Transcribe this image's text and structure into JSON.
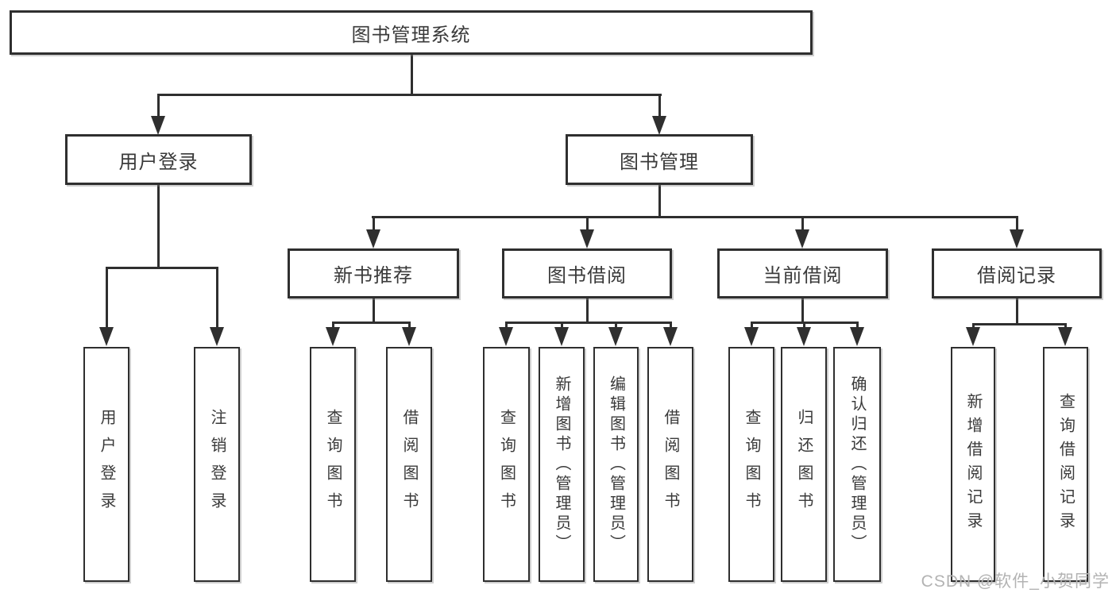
{
  "diagram": {
    "root": {
      "label": "图书管理系统"
    },
    "level2": [
      {
        "label": "用户登录"
      },
      {
        "label": "图书管理"
      }
    ],
    "level3": [
      {
        "label": "新书推荐",
        "parent": "图书管理"
      },
      {
        "label": "图书借阅",
        "parent": "图书管理"
      },
      {
        "label": "当前借阅",
        "parent": "图书管理"
      },
      {
        "label": "借阅记录",
        "parent": "图书管理"
      }
    ],
    "leaves": [
      {
        "label": "用户登录",
        "parent": "用户登录"
      },
      {
        "label": "注销登录",
        "parent": "用户登录"
      },
      {
        "label": "查询图书",
        "parent": "新书推荐"
      },
      {
        "label": "借阅图书",
        "parent": "新书推荐"
      },
      {
        "label": "查询图书",
        "parent": "图书借阅"
      },
      {
        "label": "新增图书（管理员）",
        "parent": "图书借阅"
      },
      {
        "label": "编辑图书（管理员）",
        "parent": "图书借阅"
      },
      {
        "label": "借阅图书",
        "parent": "图书借阅"
      },
      {
        "label": "查询图书",
        "parent": "当前借阅"
      },
      {
        "label": "归还图书",
        "parent": "当前借阅"
      },
      {
        "label": "确认归还（管理员）",
        "parent": "当前借阅"
      },
      {
        "label": "新增借阅记录",
        "parent": "借阅记录"
      },
      {
        "label": "查询借阅记录",
        "parent": "借阅记录"
      }
    ]
  },
  "watermark": {
    "text": "CSDN @软件_小贺同学"
  },
  "colors": {
    "line": "#2f2f2f",
    "box_border": "#2f2f2f",
    "text": "#3a3a3a",
    "watermark": "#b3b3b3",
    "background": "#ffffff"
  }
}
